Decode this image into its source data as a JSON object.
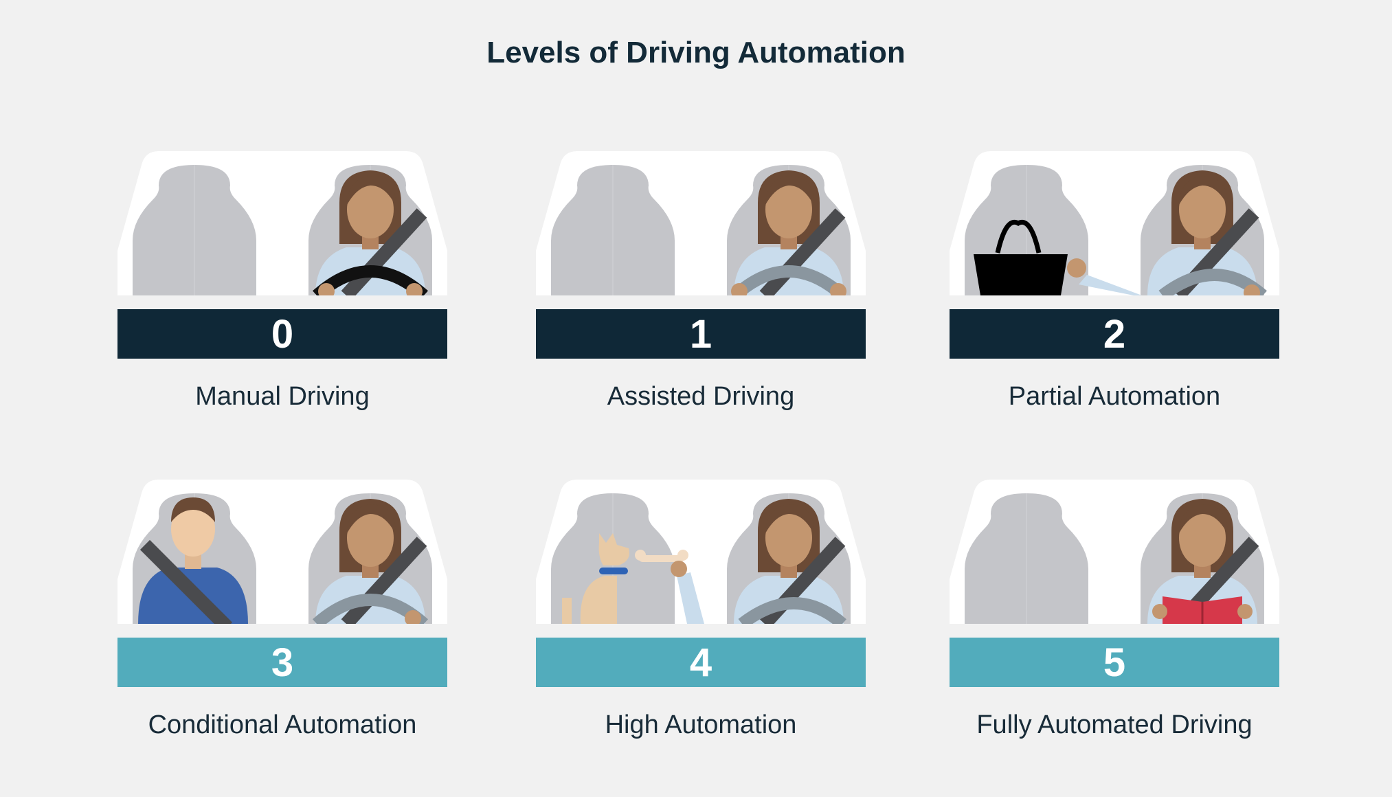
{
  "title": "Levels of Driving Automation",
  "colors": {
    "dark_bar": "#0f2837",
    "teal_bar": "#52acbc",
    "seat": "#c4c5c9",
    "car": "#ffffff",
    "background": "#f1f1f1"
  },
  "levels": [
    {
      "number": "0",
      "label": "Manual Driving",
      "passenger": "empty-seat",
      "driver": "hands-on-wheel"
    },
    {
      "number": "1",
      "label": "Assisted Driving",
      "passenger": "empty-seat",
      "driver": "hands-near-wheel"
    },
    {
      "number": "2",
      "label": "Partial Automation",
      "passenger": "handbag",
      "driver": "reaching-to-passenger-seat"
    },
    {
      "number": "3",
      "label": "Conditional Automation",
      "passenger": "man-passenger",
      "driver": "hands-off-wheel"
    },
    {
      "number": "4",
      "label": "High Automation",
      "passenger": "dog",
      "driver": "feeding-dog-bone"
    },
    {
      "number": "5",
      "label": "Fully Automated Driving",
      "passenger": "empty-seat",
      "driver": "reading-book"
    }
  ]
}
